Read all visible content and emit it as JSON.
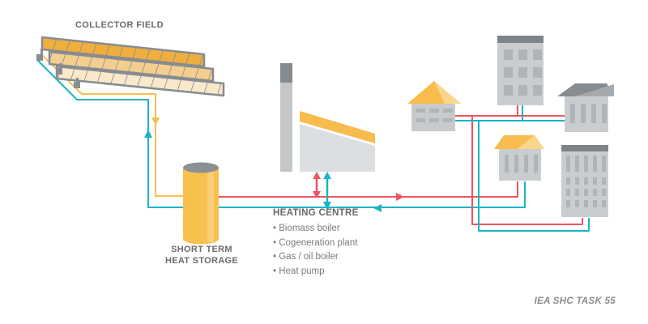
{
  "collector_field": {
    "label": "COLLECTOR FIELD"
  },
  "heat_storage": {
    "label_line1": "SHORT TERM",
    "label_line2": "HEAT STORAGE"
  },
  "heating_centre": {
    "label": "HEATING CENTRE",
    "items": [
      "Biomass boiler",
      "Cogeneration plant",
      "Gas / oil boiler",
      "Heat pump"
    ]
  },
  "footer": {
    "label": "IEA SHC TASK 55"
  },
  "colors": {
    "pipe_supply_red": "#ee5562",
    "pipe_return_teal": "#1bb4c2",
    "pipe_solar_yellow": "#f9be4b",
    "accent_yellow": "#f7bc4d",
    "building_gray": "#c9cdd0",
    "dark_gray": "#7e8488",
    "text_gray": "#6b6c6f"
  }
}
